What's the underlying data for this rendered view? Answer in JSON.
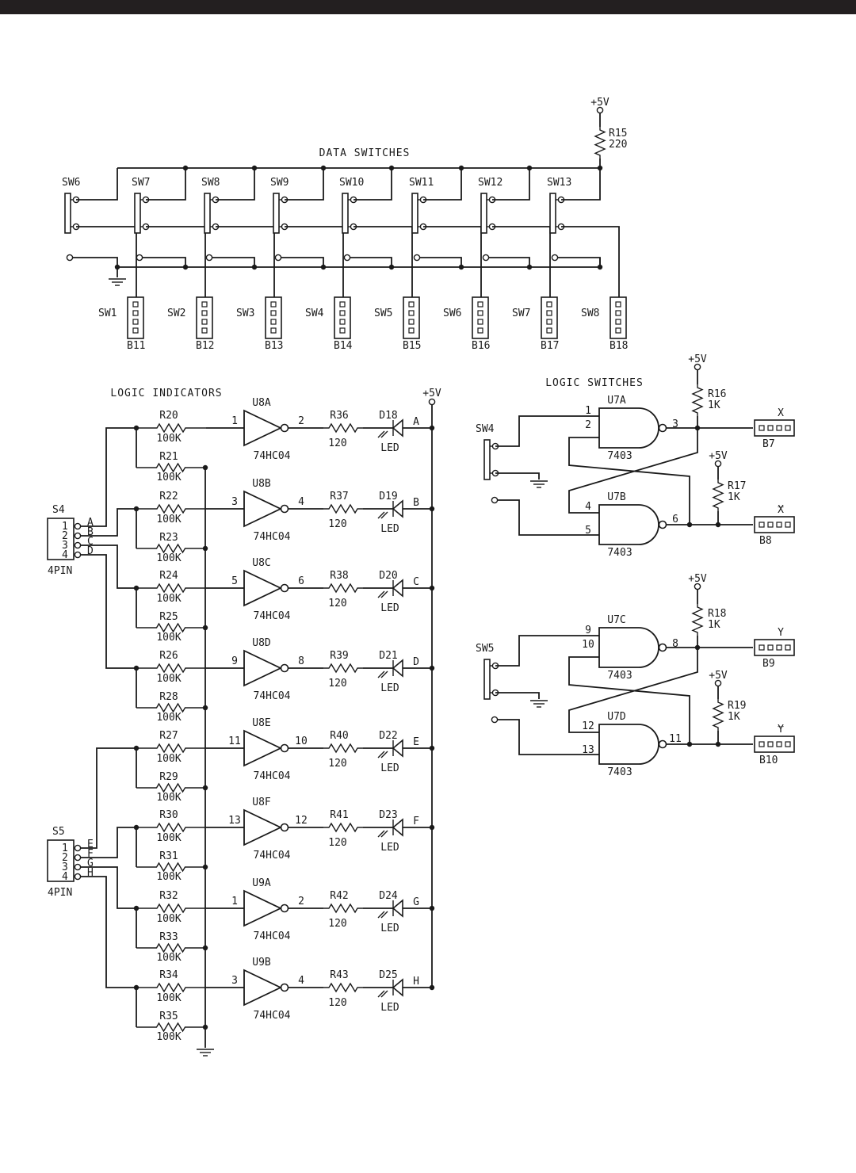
{
  "colors": {
    "ink": "#1a1a1a",
    "topbar": "#231f20",
    "paper": "#ffffff"
  },
  "data_switches": {
    "title": "DATA SWITCHES",
    "supply": {
      "label": "+5V",
      "resistor": "R15",
      "value": "220"
    },
    "top_switches": [
      "SW6",
      "SW7",
      "SW8",
      "SW9",
      "SW10",
      "SW11",
      "SW12",
      "SW13"
    ],
    "bottom_labels": [
      "SW1",
      "SW2",
      "SW3",
      "SW4",
      "SW5",
      "SW6",
      "SW7",
      "SW8"
    ],
    "headers": [
      "B11",
      "B12",
      "B13",
      "B14",
      "B15",
      "B16",
      "B17",
      "B18"
    ]
  },
  "logic_indicators": {
    "title": "LOGIC INDICATORS",
    "supply": "+5V",
    "s4": {
      "ref": "S4",
      "pins": [
        "1",
        "2",
        "3",
        "4"
      ],
      "signals": [
        "A",
        "B",
        "C",
        "D"
      ],
      "type": "4PIN"
    },
    "s5": {
      "ref": "S5",
      "pins": [
        "1",
        "2",
        "3",
        "4"
      ],
      "signals": [
        "E",
        "F",
        "G",
        "H"
      ],
      "type": "4PIN"
    },
    "channels": [
      {
        "series_r": "R20",
        "series_v": "100K",
        "pull_r": "R21",
        "pull_v": "100K",
        "gate": "U8A",
        "in": "1",
        "out": "2",
        "led_r": "R36",
        "led_v": "120",
        "diode": "D18",
        "out_label": "A"
      },
      {
        "series_r": "R22",
        "series_v": "100K",
        "pull_r": "R23",
        "pull_v": "100K",
        "gate": "U8B",
        "in": "3",
        "out": "4",
        "led_r": "R37",
        "led_v": "120",
        "diode": "D19",
        "out_label": "B"
      },
      {
        "series_r": "R24",
        "series_v": "100K",
        "pull_r": "R25",
        "pull_v": "100K",
        "gate": "U8C",
        "in": "5",
        "out": "6",
        "led_r": "R38",
        "led_v": "120",
        "diode": "D20",
        "out_label": "C"
      },
      {
        "series_r": "R26",
        "series_v": "100K",
        "pull_r": "R28",
        "pull_v": "100K",
        "gate": "U8D",
        "in": "9",
        "out": "8",
        "led_r": "R39",
        "led_v": "120",
        "diode": "D21",
        "out_label": "D"
      },
      {
        "series_r": "R27",
        "series_v": "100K",
        "pull_r": "R29",
        "pull_v": "100K",
        "gate": "U8E",
        "in": "11",
        "out": "10",
        "led_r": "R40",
        "led_v": "120",
        "diode": "D22",
        "out_label": "E"
      },
      {
        "series_r": "R30",
        "series_v": "100K",
        "pull_r": "R31",
        "pull_v": "100K",
        "gate": "U8F",
        "in": "13",
        "out": "12",
        "led_r": "R41",
        "led_v": "120",
        "diode": "D23",
        "out_label": "F"
      },
      {
        "series_r": "R32",
        "series_v": "100K",
        "pull_r": "R33",
        "pull_v": "100K",
        "gate": "U9A",
        "in": "1",
        "out": "2",
        "led_r": "R42",
        "led_v": "120",
        "diode": "D24",
        "out_label": "G"
      },
      {
        "series_r": "R34",
        "series_v": "100K",
        "pull_r": "R35",
        "pull_v": "100K",
        "gate": "U9B",
        "in": "3",
        "out": "4",
        "led_r": "R43",
        "led_v": "120",
        "diode": "D25",
        "out_label": "H"
      }
    ],
    "inverter_part": "74HC04",
    "led_text": "LED"
  },
  "logic_switches": {
    "title": "LOGIC SWITCHES",
    "latches": [
      {
        "switch": "SW4",
        "gate_top": {
          "ref": "U7A",
          "in1": "1",
          "in2": "2",
          "out": "3",
          "part": "7403"
        },
        "gate_bot": {
          "ref": "U7B",
          "in1": "4",
          "in2": "5",
          "out": "6",
          "part": "7403"
        },
        "pullup_top": {
          "supply": "+5V",
          "ref": "R16",
          "value": "1K"
        },
        "pullup_bot": {
          "supply": "+5V",
          "ref": "R17",
          "value": "1K"
        },
        "header_top": {
          "ref": "B7",
          "signal": "X"
        },
        "header_bot": {
          "ref": "B8",
          "signal": "X",
          "bar": "_"
        }
      },
      {
        "switch": "SW5",
        "gate_top": {
          "ref": "U7C",
          "in1": "9",
          "in2": "10",
          "out": "8",
          "part": "7403"
        },
        "gate_bot": {
          "ref": "U7D",
          "in1": "12",
          "in2": "13",
          "out": "11",
          "part": "7403"
        },
        "pullup_top": {
          "supply": "+5V",
          "ref": "R18",
          "value": "1K"
        },
        "pullup_bot": {
          "supply": "+5V",
          "ref": "R19",
          "value": "1K"
        },
        "header_top": {
          "ref": "B9",
          "signal": "Y"
        },
        "header_bot": {
          "ref": "B10",
          "signal": "Y",
          "bar": "_"
        }
      }
    ]
  }
}
